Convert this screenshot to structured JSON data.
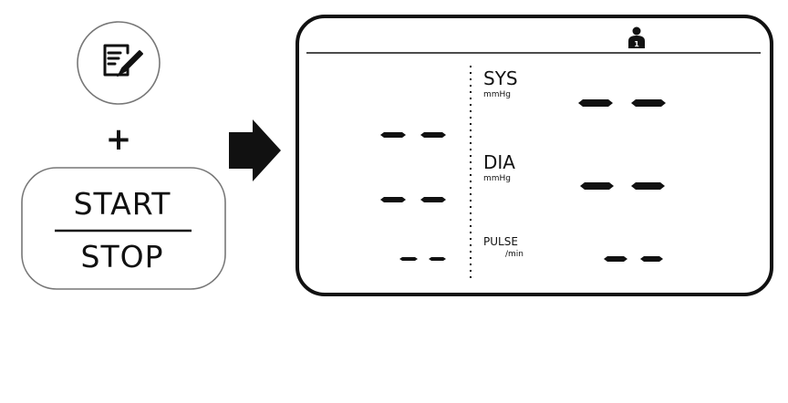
{
  "colors": {
    "ink": "#111111",
    "background": "#ffffff",
    "button_border": "#777777"
  },
  "left_panel": {
    "memo_button_icon": "notepad-pencil-icon",
    "plus_symbol": "+",
    "start_label": "START",
    "stop_label": "STOP"
  },
  "arrow_icon": "right-arrow-icon",
  "display": {
    "user_icon": "user-1-icon",
    "user_number": "1",
    "left_dashes": [
      "- -",
      "- -",
      "- -"
    ],
    "sys": {
      "label": "SYS",
      "unit": "mmHg",
      "reading": "- -"
    },
    "dia": {
      "label": "DIA",
      "unit": "mmHg",
      "reading": "- -"
    },
    "pulse": {
      "label": "PULSE",
      "unit": "/min",
      "reading": "- -"
    }
  }
}
